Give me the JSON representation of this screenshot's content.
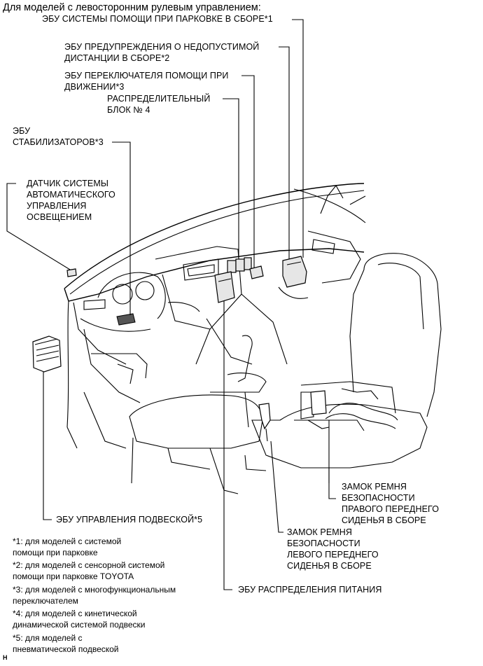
{
  "title": "Для моделей с левосторонним рулевым управлением:",
  "callouts": {
    "parking_assist_ecu": "ЭБУ СИСТЕМЫ ПОМОЩИ ПРИ ПАРКОВКЕ В СБОРЕ*1",
    "clearance_warning_ecu": "ЭБУ ПРЕДУПРЕЖДЕНИЯ О НЕДОПУСТИМОЙ\nДИСТАНЦИИ В СБОРЕ*2",
    "driving_assist_switch_ecu": "ЭБУ ПЕРЕКЛЮЧАТЕЛЯ ПОМОЩИ ПРИ\nДВИЖЕНИИ*3",
    "junction_block_4": "РАСПРЕДЕЛИТЕЛЬНЫЙ\nБЛОК № 4",
    "stabilizer_ecu": "ЭБУ\nСТАБИЛИЗАТОРОВ*3",
    "light_control_sensor": "ДАТЧИК СИСТЕМЫ\nАВТОМАТИЧЕСКОГО\nУПРАВЛЕНИЯ\nОСВЕЩЕНИЕМ",
    "rh_seat_buckle": "ЗАМОК РЕМНЯ\nБЕЗОПАСНОСТИ\nПРАВОГО ПЕРЕДНЕГО\nСИДЕНЬЯ В СБОРЕ",
    "suspension_ecu": "ЭБУ УПРАВЛЕНИЯ ПОДВЕСКОЙ*5",
    "lh_seat_buckle": "ЗАМОК РЕМНЯ\nБЕЗОПАСНОСТИ\nЛЕВОГО ПЕРЕДНЕГО\nСИДЕНЬЯ В СБОРЕ",
    "power_distribution_ecu": "ЭБУ РАСПРЕДЕЛЕНИЯ ПИТАНИЯ"
  },
  "footnotes": [
    "*1: для моделей с системой\nпомощи при парковке",
    "*2: для моделей с сенсорной системой\nпомощи при парковке TOYOTA",
    "*3: для моделей с многофункциональным\nпереключателем",
    "*4: для моделей с кинетической\nдинамической системой подвески",
    "*5: для моделей с\nпневматической подвеской"
  ],
  "figure_code": "H"
}
